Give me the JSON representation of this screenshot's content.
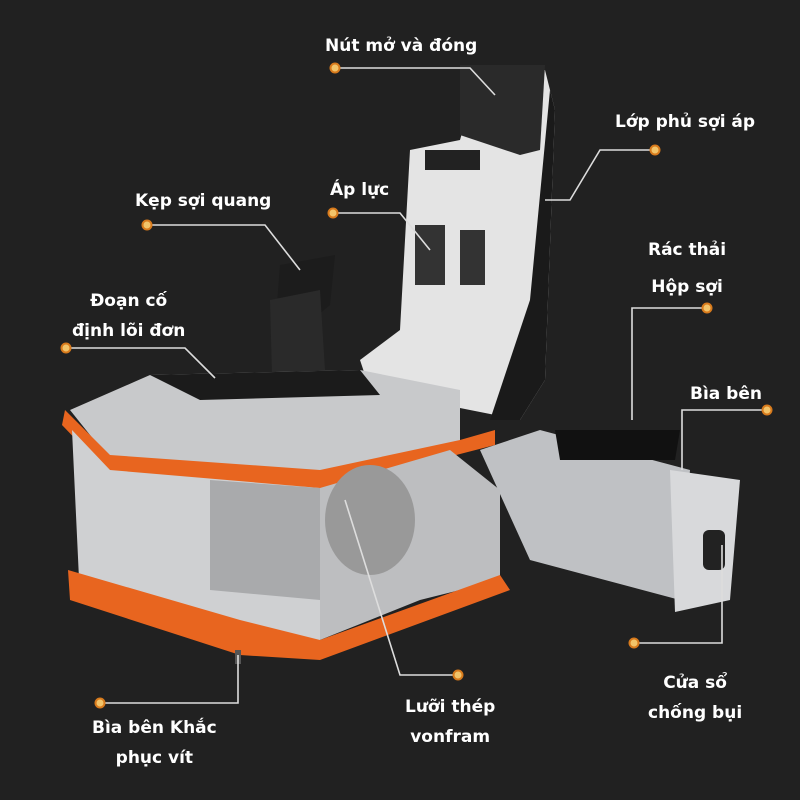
{
  "labels": {
    "open_close_button": "Nút mở và đóng",
    "fiber_cover": "Lớp phủ sợi áp",
    "fiber_clamp": "Kẹp sợi quang",
    "pressure": "Áp lực",
    "waste_line1": "Rác thải",
    "waste_line2": "Hộp sợi",
    "core_fix_line1": "Đoạn cố",
    "core_fix_line2": "định lõi đơn",
    "side_cover": "Bìa bên",
    "screw_line1": "Bìa bên Khắc",
    "screw_line2": "phục vít",
    "blade_line1": "Lưỡi thép",
    "blade_line2": "vonfram",
    "window_line1": "Cửa sổ",
    "window_line2": "chống bụi"
  },
  "colors": {
    "accent": "#e8651f",
    "dot": "#f2c46a",
    "background": "#212121"
  }
}
